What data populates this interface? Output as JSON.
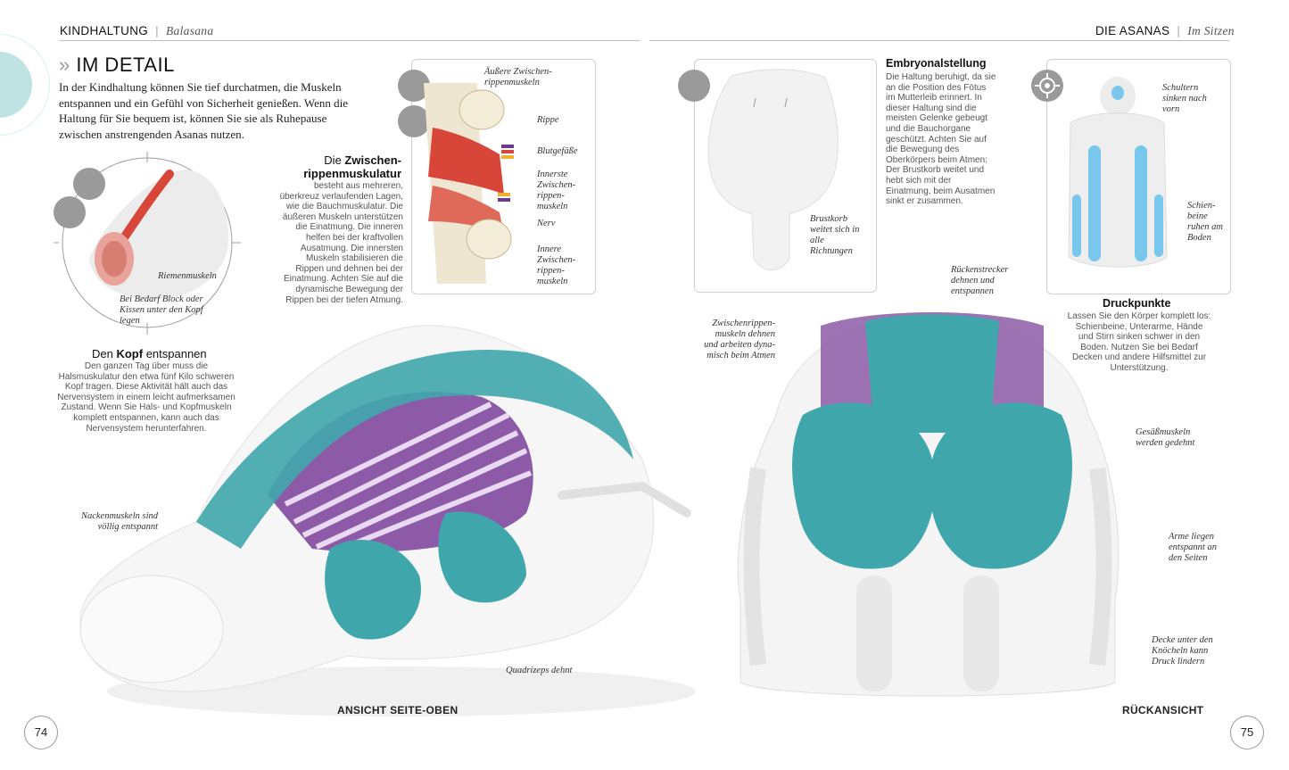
{
  "header_left": {
    "title": "KINDHALTUNG",
    "subtitle": "Balasana"
  },
  "header_right": {
    "title": "DIE ASANAS",
    "subtitle": "Im Sitzen"
  },
  "detail": {
    "title": "IM DETAIL",
    "intro": "In der Kindhaltung können Sie tief durchatmen, die Muskeln entspannen und ein Gefühl von Sicherheit genießen. Wenn die Haltung für Sie bequem ist, können Sie sie als Ruhepause zwischen anstrengenden Asanas nutzen."
  },
  "head_section": {
    "title_pre": "Den ",
    "title_bold": "Kopf",
    "title_post": " entspannen",
    "body": "Den ganzen Tag über muss die Halsmuskulatur den etwa fünf Kilo schweren Kopf tragen. Diese Aktivität hält auch das Nervensystem in einem leicht aufmerksamen Zustand. Wenn Sie Hals- und Kopfmuskeln komplett entspannen, kann auch das Nervensystem herunterfahren.",
    "label_riemen": "Riemenmuskeln",
    "label_block": "Bei Bedarf Block oder Kissen unter den Kopf legen"
  },
  "rib_section": {
    "title_pre": "Die ",
    "title_bold": "Zwischen-rippenmuskulatur",
    "body": "besteht aus mehreren, überkreuz verlaufenden Lagen, wie die Bauchmuskulatur. Die äußeren Muskeln unterstützen die Einatmung. Die inneren helfen bei der kraftvollen Ausatmung. Die innersten Muskeln stabilisieren die Rippen und dehnen bei der Einatmung. Achten Sie auf die dynamische Bewegung der Rippen bei der tiefen Atmung.",
    "labels": {
      "outer": "Äußere Zwischen-rippenmuskeln",
      "rib": "Rippe",
      "vessels": "Blutgefäße",
      "innermost": "Innerste Zwischen-rippen-muskeln",
      "nerve": "Nerv",
      "inner": "Innere Zwischen-rippen-muskeln"
    }
  },
  "embryo_section": {
    "title": "Embryonalstellung",
    "body": "Die Haltung beruhigt, da sie an die Position des Fötus im Mutterleib erinnert. In dieser Haltung sind die meisten Gelenke gebeugt und die Bauchorgane geschützt. Achten Sie auf die Bewegung des Oberkörpers beim Atmen: Der Brustkorb weitet und hebt sich mit der Einatmung, beim Ausatmen sinkt er zusammen.",
    "label_chest": "Brustkorb weitet sich in alle Richtungen"
  },
  "pressure_section": {
    "title": "Druckpunkte",
    "body": "Lassen Sie den Körper komplett los: Schienbeine, Unterarme, Hände und Stirn sinken schwer in den Boden. Nutzen Sie bei Bedarf Decken und andere Hilfsmittel zur Unterstützung.",
    "label_shoulders": "Schultern sinken nach vorn",
    "label_shins": "Schien-beine ruhen am Boden"
  },
  "side_view": {
    "label": "ANSICHT SEITE-OBEN",
    "label_neck": "Nackenmuskeln sind völlig entspannt",
    "label_quad": "Quadrizeps dehnt"
  },
  "back_view": {
    "label": "RÜCKANSICHT",
    "label_erector": "Rückenstrecker dehnen und entspannen",
    "label_intercostal": "Zwischenrippen-muskeln dehnen und arbeiten dyna-misch beim Atmen",
    "label_glutes": "Gesäßmuskeln werden gedehnt",
    "label_arms": "Arme liegen entspannt an den Seiten",
    "label_blanket": "Decke unter den Knöcheln kann Druck lindern"
  },
  "page_numbers": {
    "left": "74",
    "right": "75"
  },
  "colors": {
    "teal": "#3fa7ac",
    "purple": "#8c5aa6",
    "muscle_red": "#d8463a",
    "accent_circle": "#bfe3e3",
    "gray_icon": "#9a9a9a"
  }
}
